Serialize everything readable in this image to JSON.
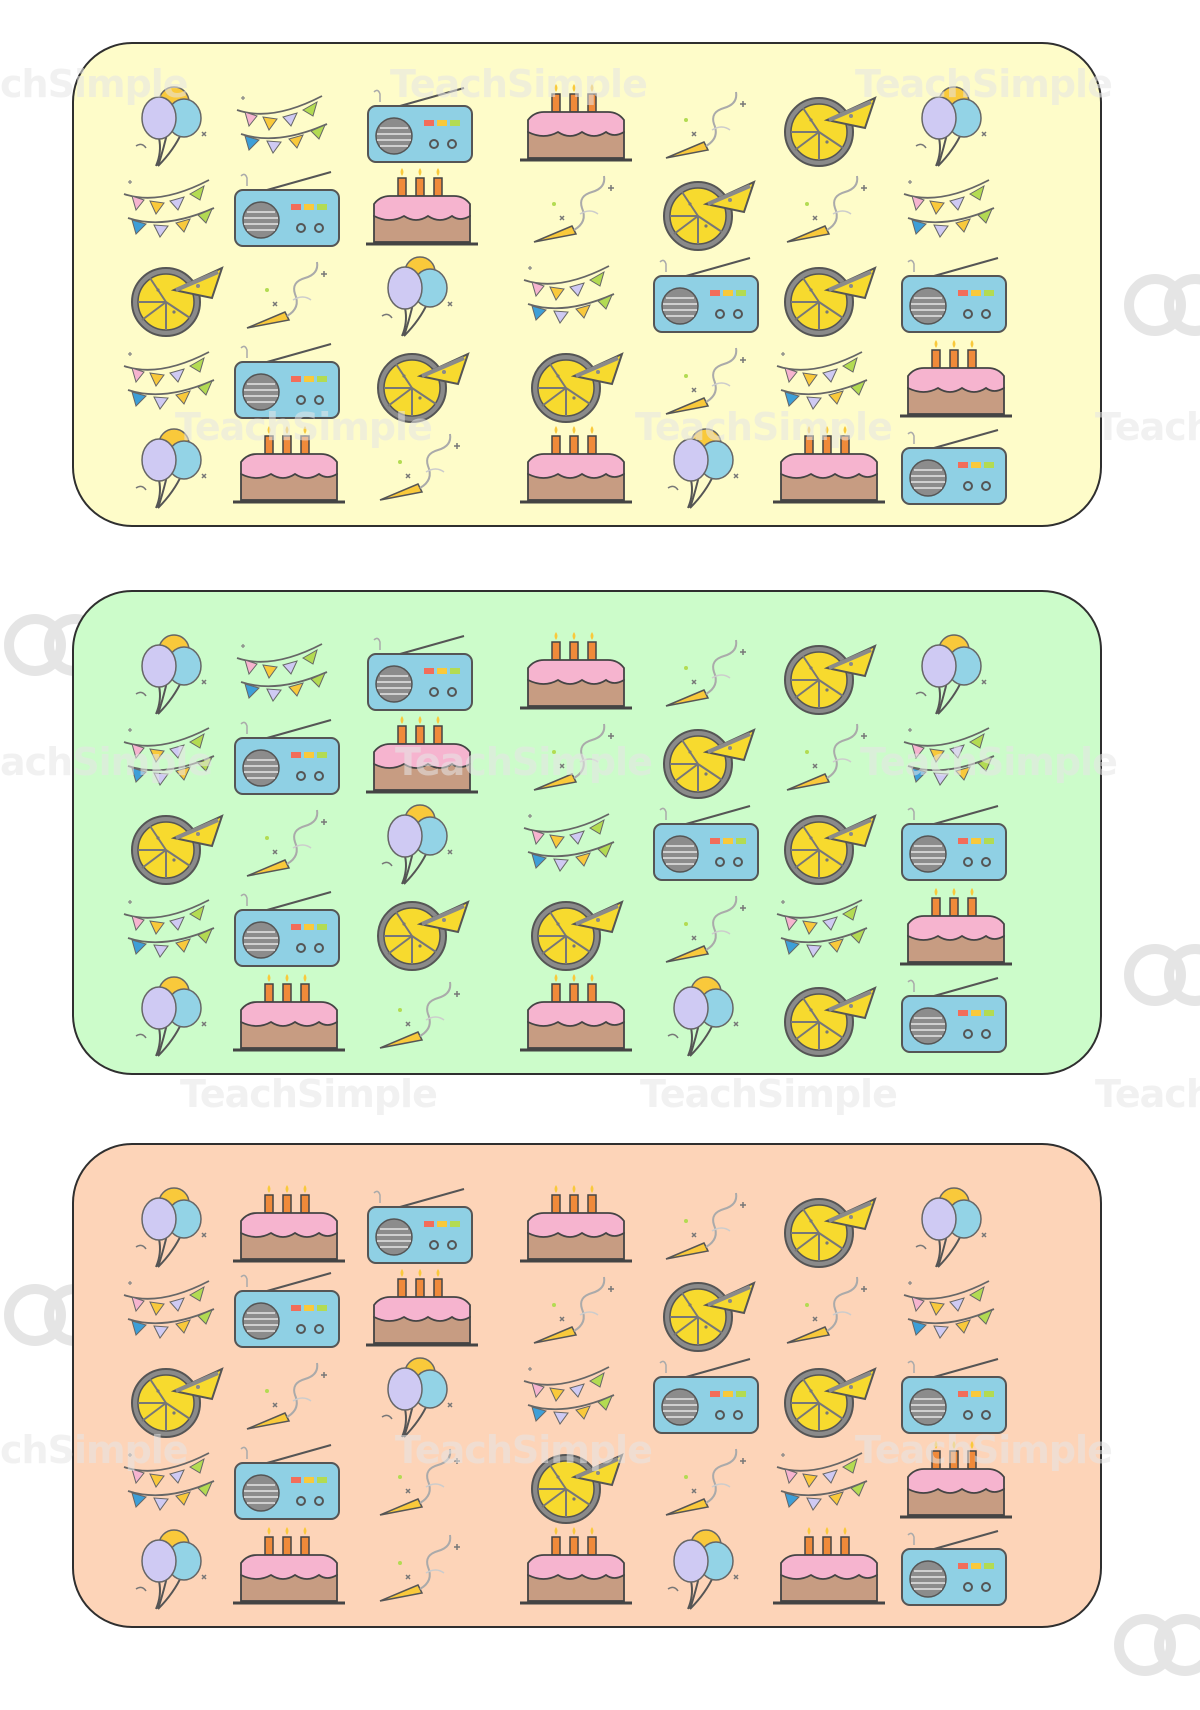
{
  "watermark": {
    "text": "TeachSimple",
    "partial_left": "achSimple",
    "partial_left2": "chSimple",
    "partial_right": "TeachS"
  },
  "colors": {
    "card_1": "#fefcc9",
    "card_2": "#ccfcca",
    "card_3": "#fdd4b8",
    "border": "#2f2f2f",
    "radio": "#8fd0e4",
    "cake_top": "#f6b4cf",
    "cake_base": "#c79c82",
    "pizza": "#f7da2e",
    "balloon_blue": "#93d3e6",
    "balloon_purple": "#cfcaf3",
    "balloon_yellow": "#f9c93b"
  },
  "icon_names": {
    "B": "balloons-icon",
    "F": "bunting-flags-icon",
    "R": "radio-icon",
    "C": "birthday-cake-icon",
    "H": "party-horn-icon",
    "P": "pizza-icon"
  },
  "cards": [
    {
      "name": "card-yellow",
      "color_key": "card_1",
      "grid": [
        "BFRCHPB",
        "FRCHPHF",
        "PHBFRPR",
        "FRPPHFC",
        "BCHCBCR"
      ]
    },
    {
      "name": "card-green",
      "color_key": "card_2",
      "grid": [
        "BFRCHPB",
        "FRCHPHF",
        "PHBFRPR",
        "FRPPHFC",
        "BCHCBPR"
      ]
    },
    {
      "name": "card-peach",
      "color_key": "card_3",
      "grid": [
        "BCRCHPB",
        "FRCHPHF",
        "PHBFRPR",
        "FRHPHFC",
        "BCHCBCR"
      ]
    }
  ]
}
